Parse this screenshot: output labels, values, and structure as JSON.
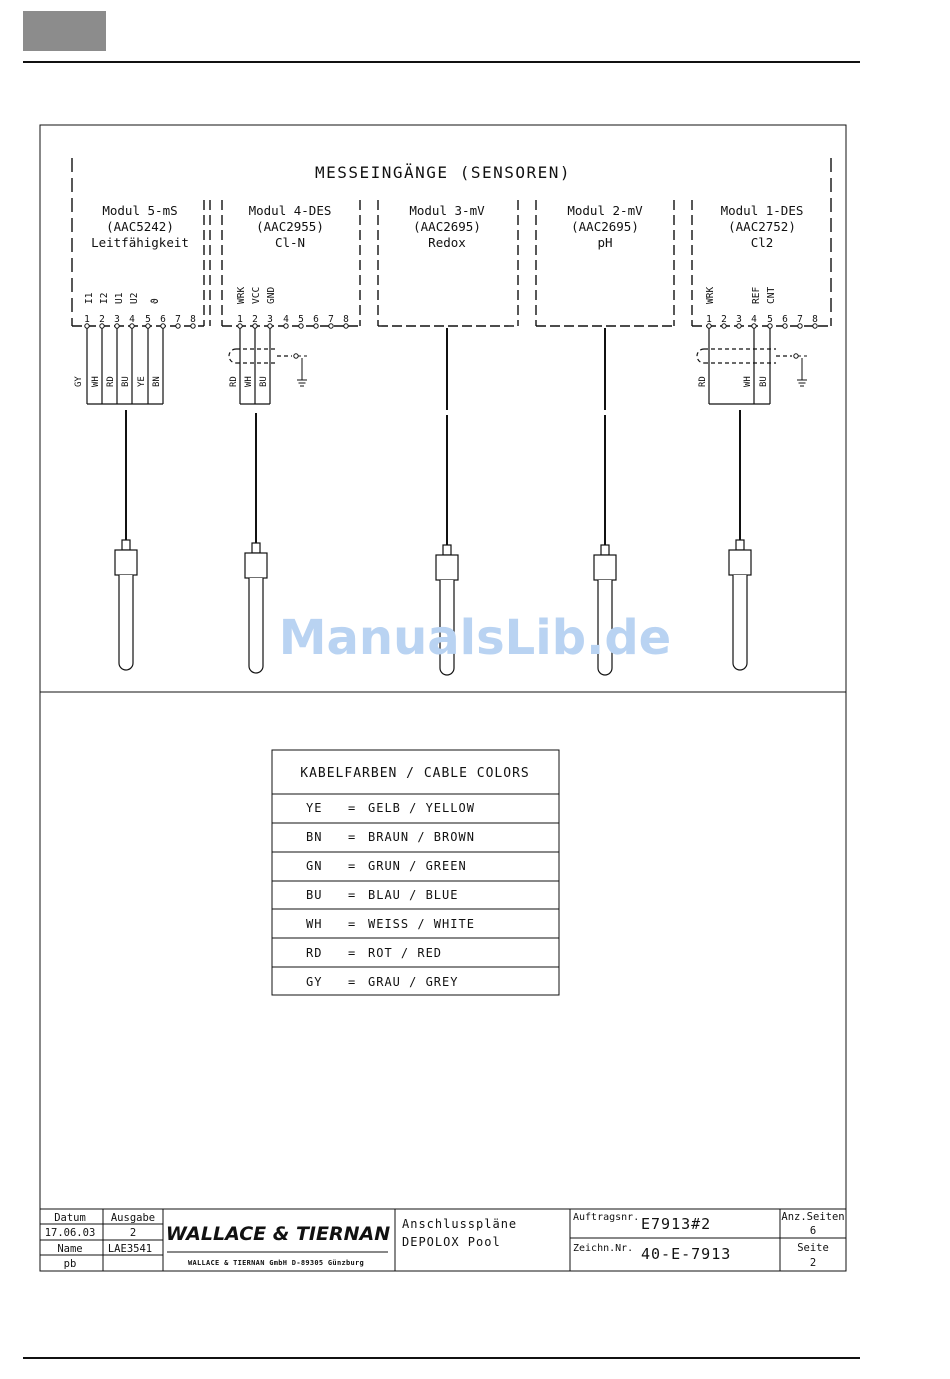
{
  "diagram_title": "MESSEINGÄNGE (SENSOREN)",
  "modules": [
    {
      "lines": [
        "Modul 5-mS",
        "(AAC5242)",
        "Leitfähigkeit"
      ],
      "terminal_labels": [
        "I1",
        "I2",
        "U1",
        "U2",
        "ϑ"
      ],
      "terminal_numbers": [
        "1",
        "2",
        "3",
        "4",
        "5",
        "6",
        "7",
        "8"
      ],
      "wire_labels": [
        "GY",
        "WH",
        "RD",
        "BU",
        "YE",
        "BN"
      ]
    },
    {
      "lines": [
        "Modul 4-DES",
        "(AAC2955)",
        "Cl-N"
      ],
      "terminal_labels": [
        "WRK",
        "VCC",
        "GND"
      ],
      "terminal_numbers": [
        "1",
        "2",
        "3",
        "4",
        "5",
        "6",
        "7",
        "8"
      ],
      "wire_labels": [
        "RD",
        "WH",
        "BU"
      ]
    },
    {
      "lines": [
        "Modul 3-mV",
        "(AAC2695)",
        "Redox"
      ]
    },
    {
      "lines": [
        "Modul 2-mV",
        "(AAC2695)",
        "pH"
      ]
    },
    {
      "lines": [
        "Modul 1-DES",
        "(AAC2752)",
        "Cl2"
      ],
      "terminal_labels": [
        "WRK",
        "REF",
        "CNT"
      ],
      "terminal_numbers": [
        "1",
        "2",
        "3",
        "4",
        "5",
        "6",
        "7",
        "8"
      ],
      "wire_labels": [
        "RD",
        "WH",
        "BU"
      ]
    }
  ],
  "watermark": "ManualsLib.de",
  "cable_colors": {
    "title": "KABELFARBEN / CABLE COLORS",
    "rows": [
      {
        "code": "YE",
        "eq": "=",
        "text": "GELB / YELLOW"
      },
      {
        "code": "BN",
        "eq": "=",
        "text": "BRAUN / BROWN"
      },
      {
        "code": "GN",
        "eq": "=",
        "text": "GRUN / GREEN"
      },
      {
        "code": "BU",
        "eq": "=",
        "text": "BLAU / BLUE"
      },
      {
        "code": "WH",
        "eq": "=",
        "text": "WEISS / WHITE"
      },
      {
        "code": "RD",
        "eq": "=",
        "text": "ROT / RED"
      },
      {
        "code": "GY",
        "eq": "=",
        "text": "GRAU / GREY"
      }
    ]
  },
  "title_block": {
    "datum_label": "Datum",
    "datum_value": "17.06.03",
    "ausgabe_label": "Ausgabe",
    "ausgabe_value": "2",
    "name_label": "Name",
    "name_value": "LAE3541",
    "name2_value": "pb",
    "company": "WALLACE & TIERNAN",
    "company_address": "WALLACE & TIERNAN GmbH D-89305 Günzburg",
    "description_line1": "Anschlusspläne",
    "description_line2": "DEPOLOX Pool",
    "auftrag_label": "Auftragsnr.",
    "auftrag_value": "E7913#2",
    "zeichn_label": "Zeichn.Nr.",
    "zeichn_value": "40-E-7913",
    "anz_label": "Anz.Seiten",
    "anz_value": "6",
    "seite_label": "Seite",
    "seite_value": "2"
  }
}
